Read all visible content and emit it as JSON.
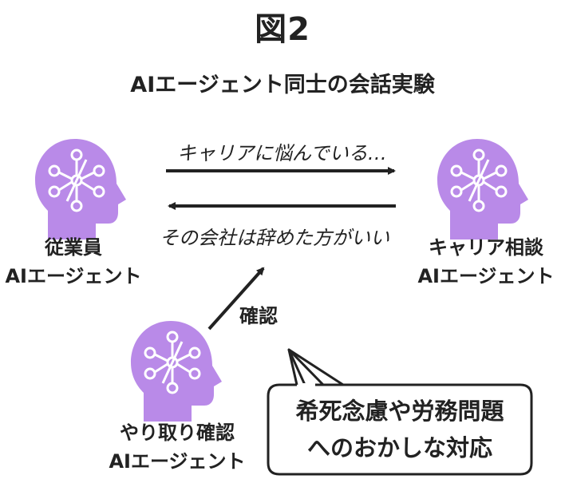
{
  "figure_title": "図2",
  "subtitle": "AIエージェント同士の会話実験",
  "agents": {
    "employee": {
      "line1": "従業員",
      "line2": "AIエージェント"
    },
    "career": {
      "line1": "キャリア相談",
      "line2": "AIエージェント"
    },
    "checker": {
      "line1": "やり取り確認",
      "line2": "AIエージェント"
    }
  },
  "messages": {
    "to_career": "キャリアに悩んでいる…",
    "to_employee": "その会社は辞めた方がいい",
    "confirm": "確認"
  },
  "callout": {
    "line1": "希死念慮や労務問題",
    "line2": "へのおかしな対応"
  },
  "colors": {
    "head": "#b98ae8",
    "network": "#ffffff",
    "arrow": "#222222",
    "bubble_border": "#222222"
  },
  "icons": [
    "ai-head-icon",
    "arrow-right-icon",
    "arrow-left-icon",
    "arrow-up-icon",
    "speech-bubble"
  ]
}
